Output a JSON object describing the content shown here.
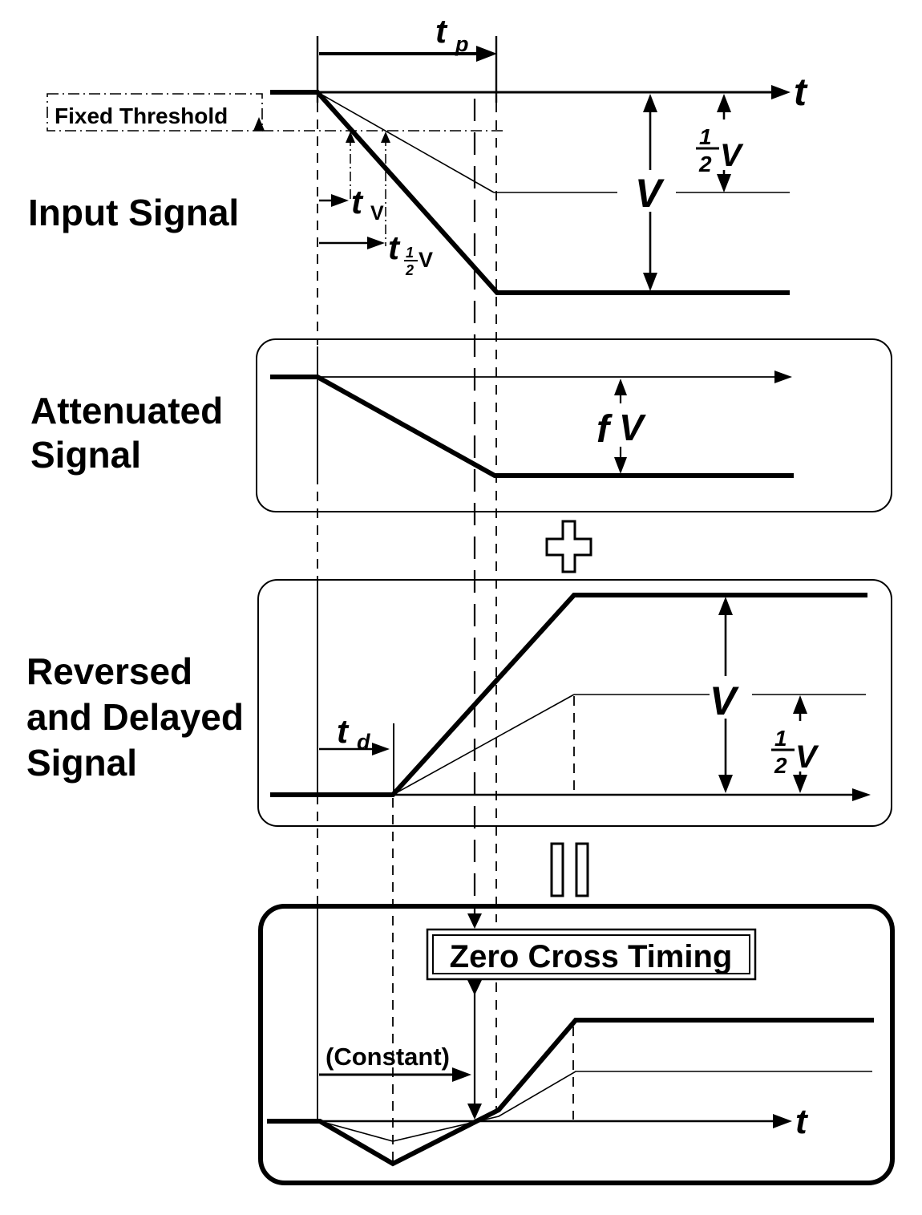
{
  "colors": {
    "ink": "#000000",
    "paper": "#ffffff"
  },
  "sections": {
    "input": {
      "title": "Input Signal",
      "axis_label": "t",
      "tp": {
        "base": "t",
        "sub": "p"
      },
      "threshold_label": "Fixed Threshold",
      "tv": {
        "base": "t",
        "sub": "V"
      },
      "thv": {
        "base": "t",
        "num": "1",
        "den": "2",
        "v": "V"
      },
      "amplitude": "V",
      "half": {
        "num": "1",
        "den": "2",
        "v": "V"
      }
    },
    "attenuated": {
      "title_line1": "Attenuated",
      "title_line2": "Signal",
      "fv": {
        "f": "f",
        "v": "V"
      }
    },
    "reversed": {
      "title_line1": "Reversed",
      "title_line2": "and Delayed",
      "title_line3": "Signal",
      "td": {
        "base": "t",
        "sub": "d"
      },
      "amplitude": "V",
      "half": {
        "num": "1",
        "den": "2",
        "v": "V"
      }
    },
    "output": {
      "title": "Zero Cross Timing",
      "constant_label": "(Constant)",
      "axis_label": "t"
    }
  }
}
